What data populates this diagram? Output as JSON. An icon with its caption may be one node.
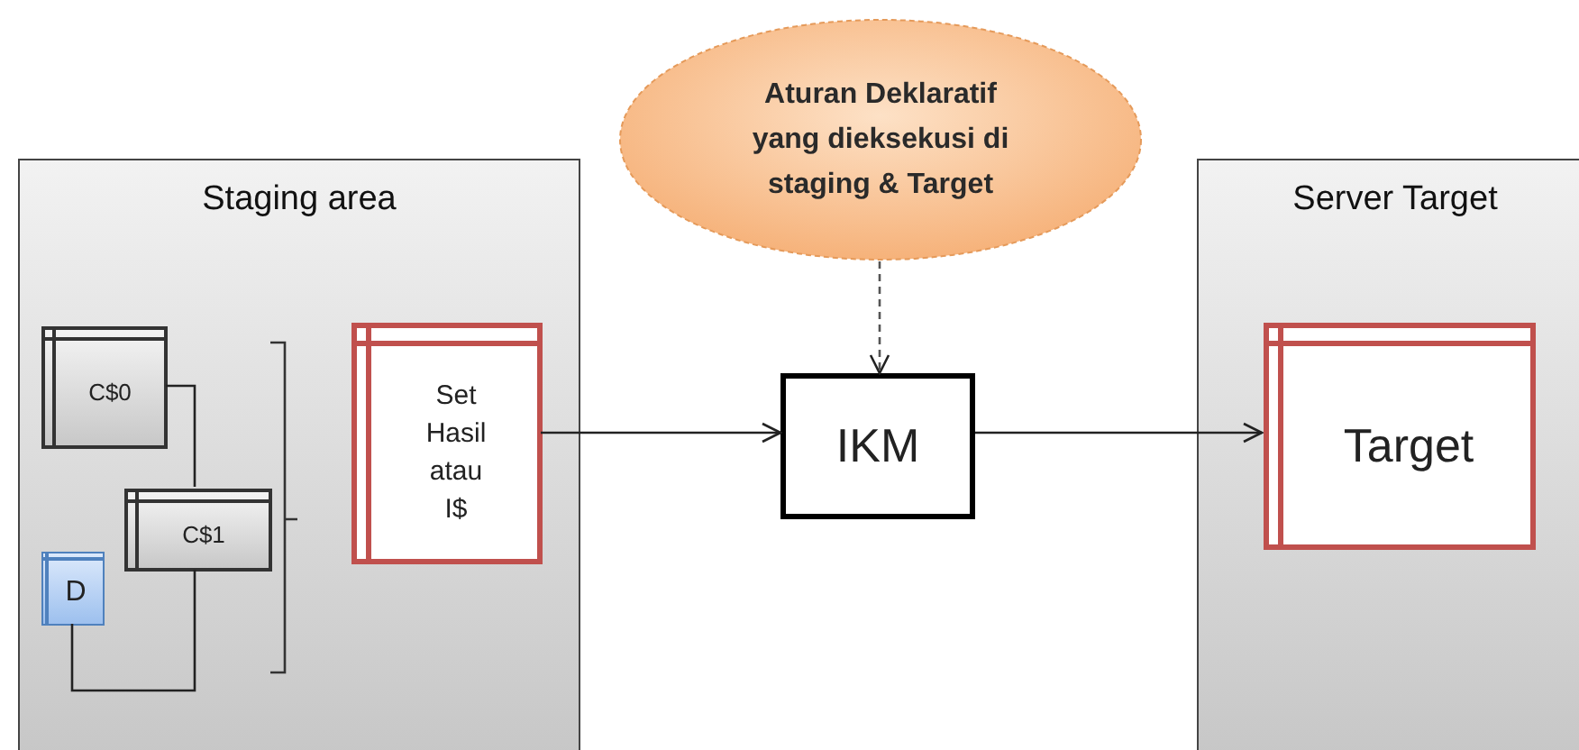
{
  "diagram": {
    "nodes": [
      {
        "text": [
          "Staging area"
        ]
      },
      {
        "text": [
          "C$0"
        ],
        "in": 0
      },
      {
        "text": [
          "C$1"
        ],
        "in": 0
      },
      {
        "text": [
          "D"
        ],
        "in": 0
      },
      {
        "text": [
          "Set Hasil atau I$"
        ],
        "in": 0
      },
      {
        "text": [
          "Aturan Deklaratif yang dieksekusi di staging & Target"
        ]
      },
      {
        "text": [
          "IKM"
        ]
      },
      {
        "text": [
          "Server Target"
        ]
      },
      {
        "text": [
          "Target"
        ],
        "in": 7
      }
    ],
    "edges": [
      {
        "from": 1,
        "to": 2,
        "arrow": "none"
      },
      {
        "from": 2,
        "to": 3,
        "arrow": "none"
      },
      {
        "from": 4,
        "to": 6,
        "arrow": "to"
      },
      {
        "from": 6,
        "to": 8,
        "arrow": "to"
      },
      {
        "from": 5,
        "to": 6,
        "arrow": "to",
        "style": "dashed"
      }
    ]
  }
}
